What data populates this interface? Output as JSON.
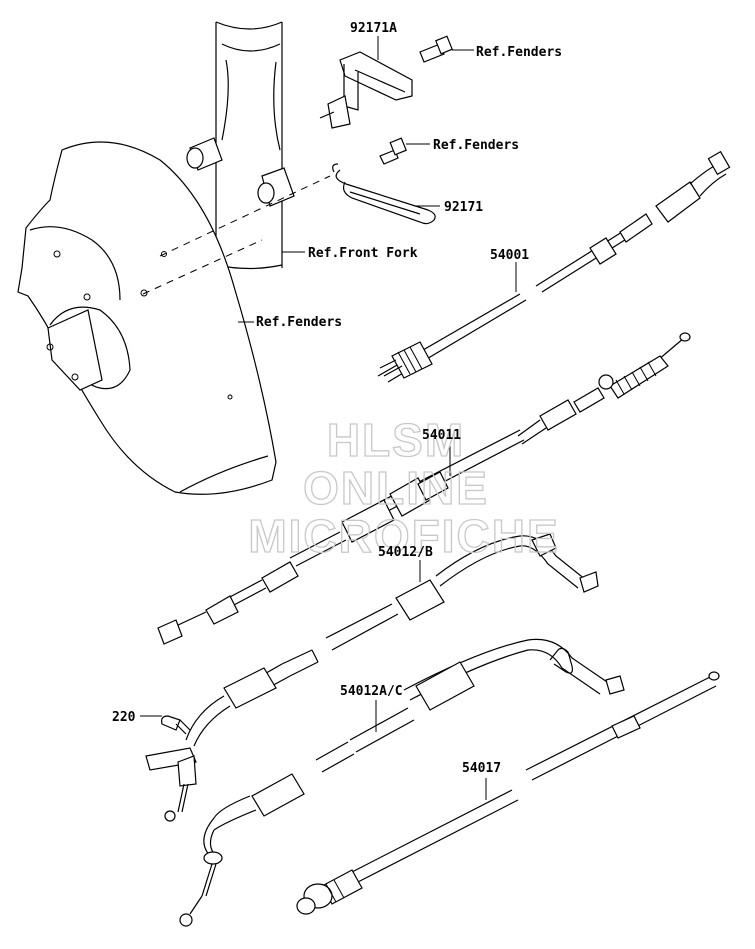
{
  "labels": {
    "bracket_top": "92171A",
    "ref_fenders_1": "Ref.Fenders",
    "ref_fenders_2": "Ref.Fenders",
    "bracket_clip": "92171",
    "ref_front_fork": "Ref.Front Fork",
    "cable_speedo": "54001",
    "ref_fenders_3": "Ref.Fenders",
    "cable_clutch": "54011",
    "cable_throttle_b": "54012/B",
    "screw": "220",
    "cable_throttle_ac": "54012A/C",
    "cable_choke": "54017"
  },
  "watermark": {
    "line1": "HLSM",
    "line2": "ONLINE",
    "line3": "MICROFICHE"
  }
}
